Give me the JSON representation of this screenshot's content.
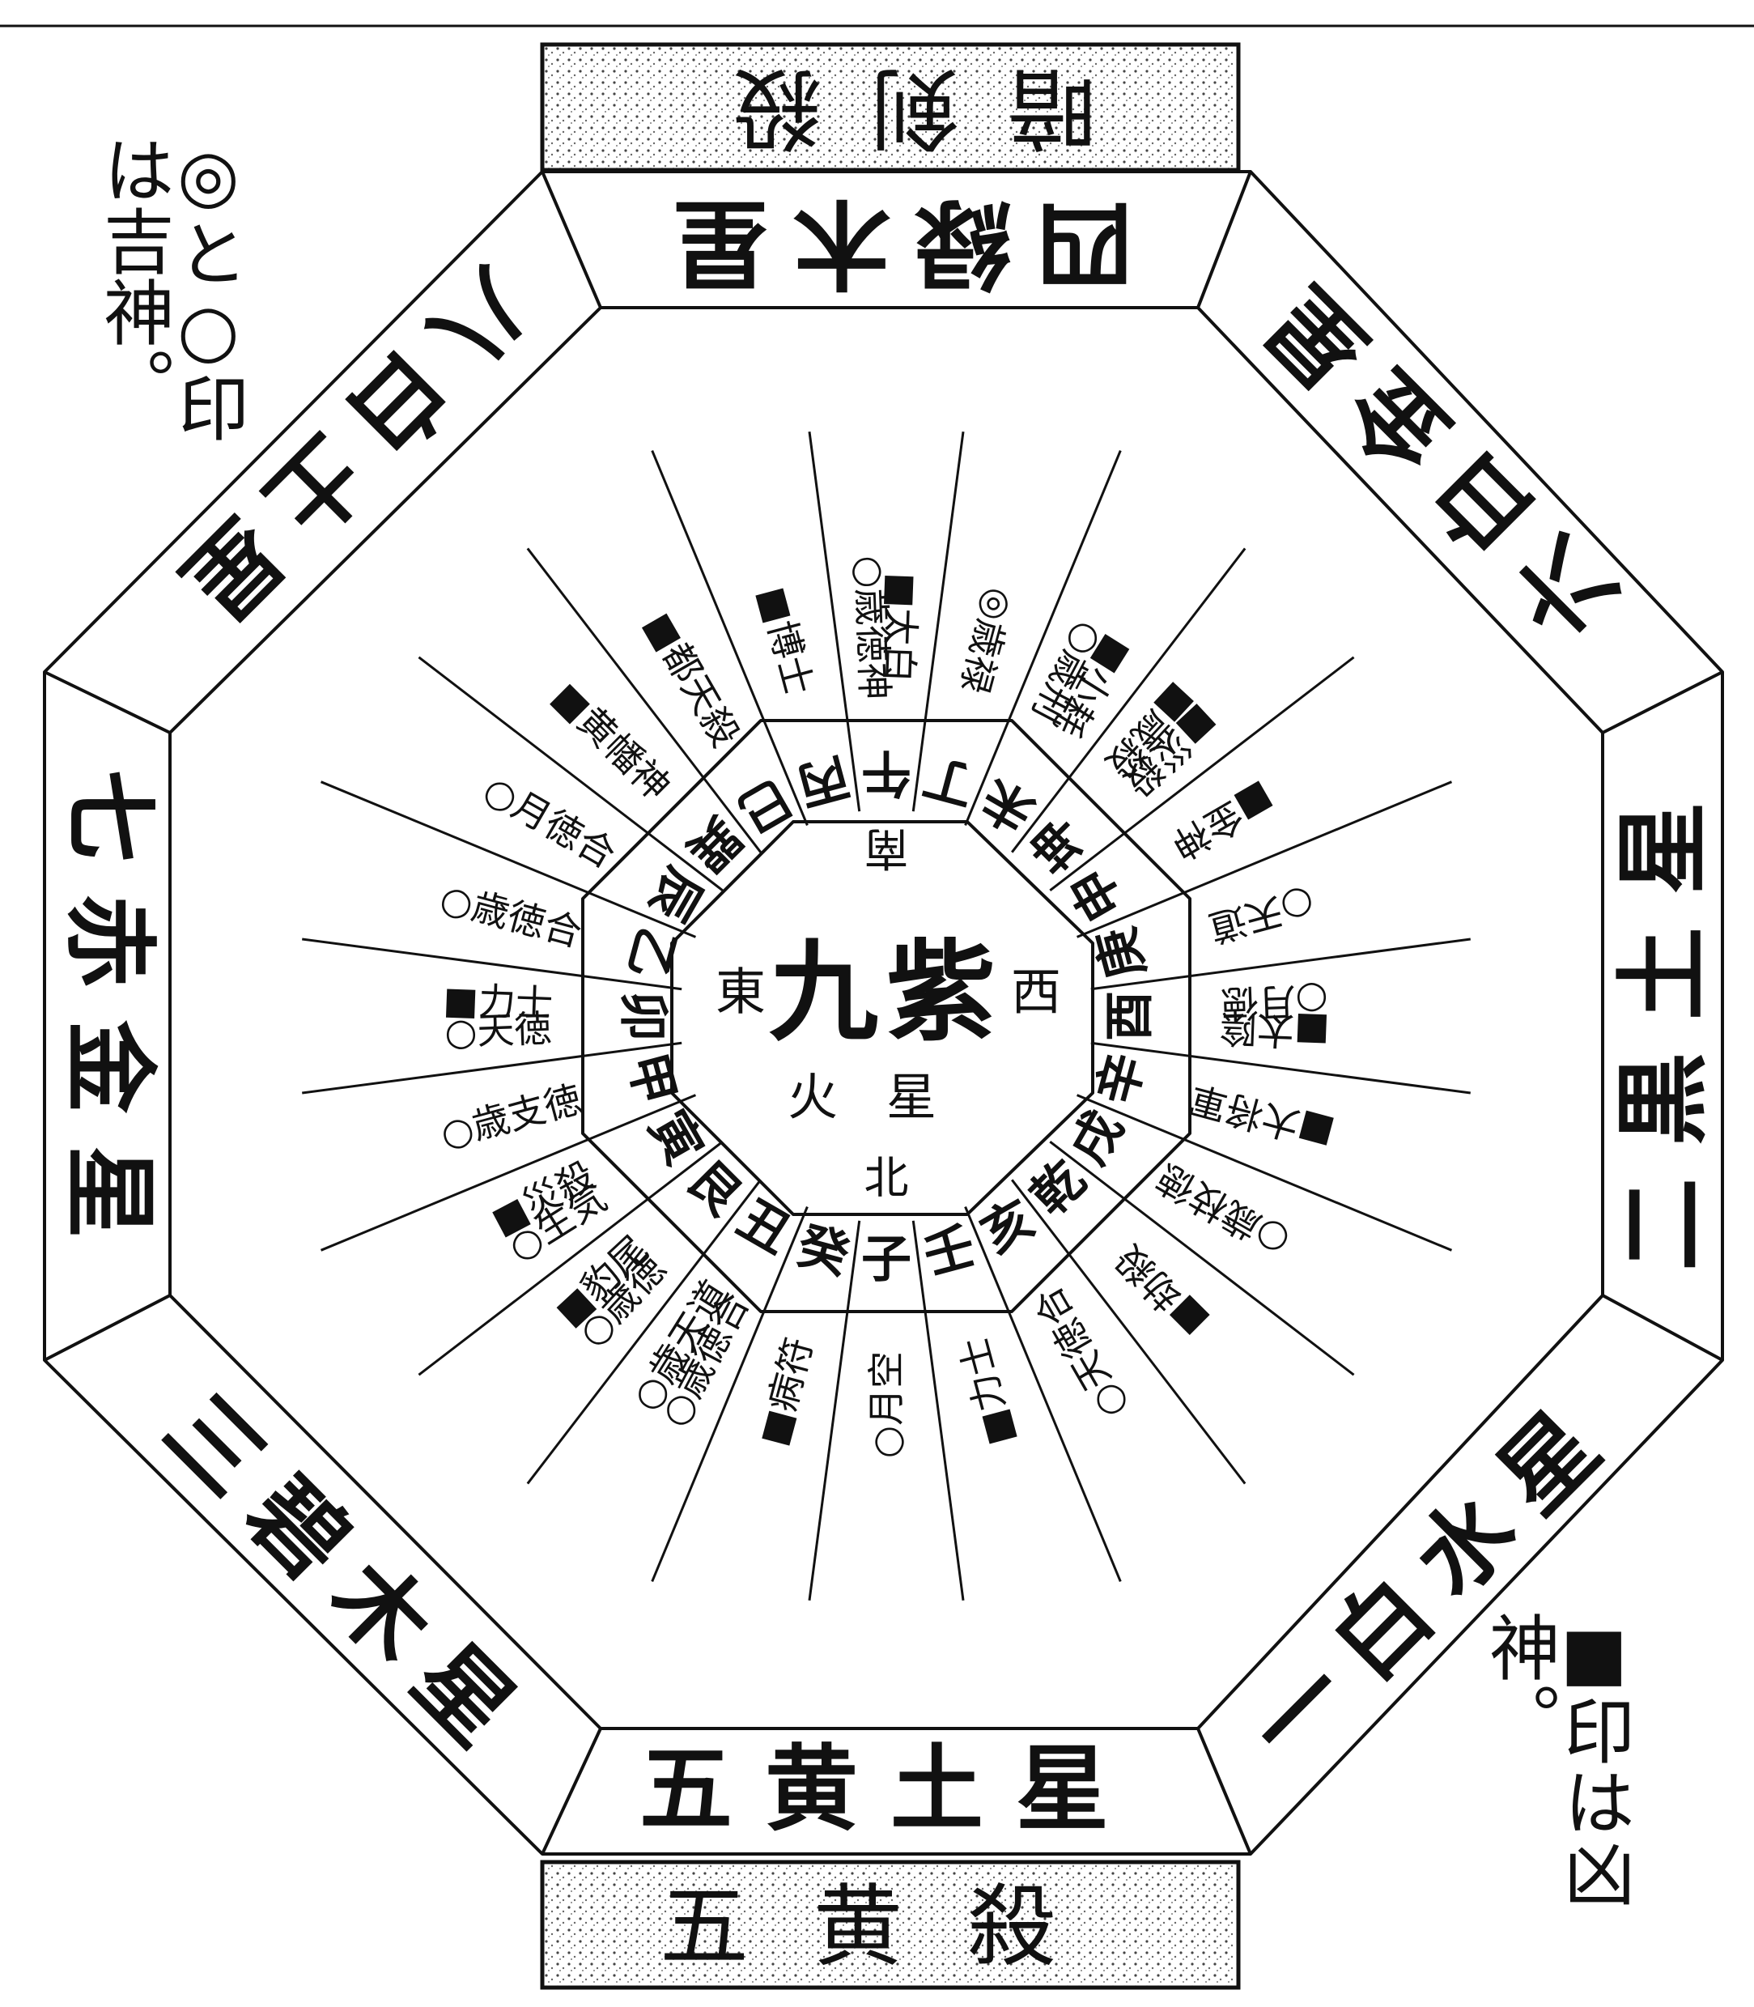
{
  "center": {
    "star": "九紫",
    "element": "火星"
  },
  "center_dirs": {
    "east": "東",
    "west": "西",
    "north": "北",
    "south": "南"
  },
  "stars": {
    "top": "四緑木星",
    "upper_right": "六白金星",
    "right": "二黒土星",
    "lower_right": "一白水星",
    "bottom": "五黄土星",
    "lower_left": "三碧木星",
    "left": "七赤金星",
    "upper_left": "八白土星"
  },
  "boxes": {
    "top": "暗剣殺",
    "bottom": "五黄殺"
  },
  "legend": {
    "auspicious": "◎と○印は吉神。",
    "inauspicious": "■印は凶神。"
  },
  "mountains": [
    "午",
    "丁",
    "未",
    "坤",
    "申",
    "庚",
    "酉",
    "辛",
    "戌",
    "乾",
    "亥",
    "壬",
    "子",
    "癸",
    "丑",
    "艮",
    "寅",
    "甲",
    "卯",
    "乙",
    "辰",
    "巽",
    "巳",
    "丙"
  ],
  "deities": [
    [
      "○歳徳神",
      "■太白"
    ],
    [
      "◎歳禄"
    ],
    [
      "○歳刑",
      "■小耗"
    ],
    [
      "■歳殺",
      "■災殺"
    ],
    [
      "■金神"
    ],
    [
      "○天道"
    ],
    [
      "○月徳",
      "■太陰"
    ],
    [
      "■大将軍"
    ],
    [
      "○歳枝徳"
    ],
    [
      "■劫殺"
    ],
    [
      "○天徳合"
    ],
    [
      "■力士"
    ],
    [
      "○月空"
    ],
    [
      "■病符"
    ],
    [
      "○歳徳合",
      "○歳天道"
    ],
    [
      "○歳徳",
      "■豹尾"
    ],
    [
      "○生気",
      "■災殺"
    ],
    [
      "○歳支徳"
    ],
    [
      "○天徳",
      "■力士"
    ],
    [
      "○歳徳合"
    ],
    [
      "○月徳合"
    ],
    [
      "■黄幡神"
    ],
    [
      "■都天殺"
    ],
    [
      "■博士"
    ]
  ]
}
